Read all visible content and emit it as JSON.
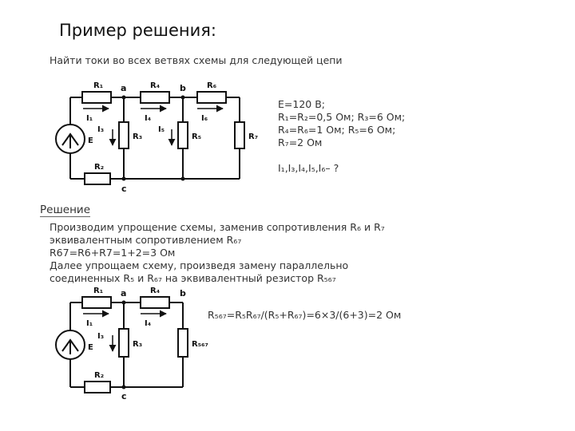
{
  "title": "Пример решения:",
  "task": "Найти токи во всех ветвях схемы для следующей цепи",
  "given": {
    "e": "E=120 В;",
    "line2": "R₁=R₂=0,5 Ом;   R₃=6 Ом;",
    "line3": "R₄=R₆=1 Ом;   R₅=6 Ом;",
    "line4": "R₇=2 Ом",
    "find": "I₁,I₃,I₄,I₅,I₆– ?"
  },
  "solution": {
    "heading": "Решение",
    "line1": "Производим упрощение схемы, заменив сопротивления R₆ и R₇",
    "line2": "эквивалентным сопротивлением R₆₇",
    "line3": "R67=R6+R7=1+2=3 Ом",
    "line4": "Далее упрощаем схему, произведя замену параллельно",
    "line5": "соединенных R₅ и R₆₇ на эквивалентный резистор R₅₆₇"
  },
  "formula": "R₅₆₇=R₅R₆₇/(R₅+R₆₇)=6×3/(6+3)=2 Ом",
  "circuit1": {
    "nodes": {
      "a": "a",
      "b": "b",
      "c": "c"
    },
    "labels": {
      "r1": "R₁",
      "r2": "R₂",
      "r3": "R₃",
      "r4": "R₄",
      "r5": "R₅",
      "r6": "R₆",
      "r7": "R₇",
      "e": "E",
      "i1": "I₁",
      "i3": "I₃",
      "i4": "I₄",
      "i5": "I₅",
      "i6": "I₆"
    }
  },
  "circuit2": {
    "nodes": {
      "a": "a",
      "b": "b",
      "c": "c"
    },
    "labels": {
      "r1": "R₁",
      "r2": "R₂",
      "r3": "R₃",
      "r4": "R₄",
      "r567": "R₅₆₇",
      "e": "E",
      "i1": "I₁",
      "i3": "I₃",
      "i4": "I₄"
    }
  }
}
